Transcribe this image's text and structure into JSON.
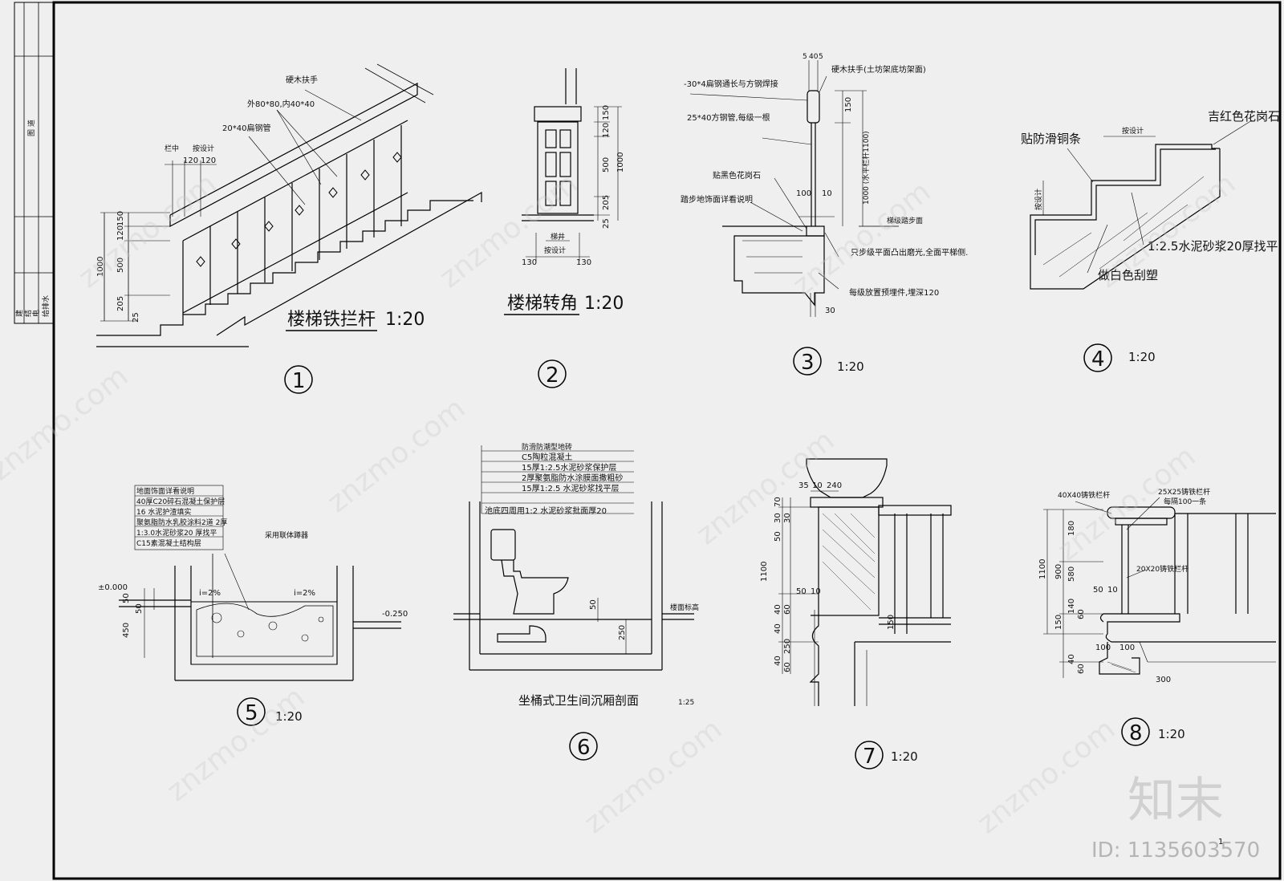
{
  "side_block": {
    "rows_a": [
      "建",
      "结",
      "电",
      "给排水"
    ],
    "rows_b": [
      "筑",
      "构",
      "气",
      "水"
    ],
    "top_label": "图 道"
  },
  "detail1": {
    "title": "楼梯铁拦杆",
    "scale": "1:20",
    "number": "1",
    "labels": [
      "硬木扶手",
      "外80*80,内40*40",
      "20*40扁钢管",
      "栏中",
      "按设计"
    ],
    "dims": [
      "120",
      "120",
      "1000",
      "150",
      "120",
      "500",
      "205",
      "25"
    ]
  },
  "detail2": {
    "title": "楼梯转角",
    "scale": "1:20",
    "number": "2",
    "labels": [
      "梯井",
      "按设计"
    ],
    "dims": [
      "150",
      "120",
      "500",
      "205",
      "25",
      "1000",
      "130",
      "130"
    ]
  },
  "detail3": {
    "scale": "1:20",
    "number": "3",
    "labels": [
      "-30*4扁钢通长与方钢焊接",
      "硬木扶手(土坊架底坊架面)",
      "25*40方钢管,每级一根",
      "贴黑色花岗石",
      "踏步地饰面详看说明",
      "只步级平面凸出磨光,全面平梯侧.",
      "每级放置预埋件,埋深120",
      "梯级踏步面",
      "1000 (水平栏杆1100)"
    ],
    "dims": [
      "5",
      "40",
      "5",
      "150",
      "100",
      "10",
      "30"
    ]
  },
  "detail4": {
    "scale": "1:20",
    "number": "4",
    "labels": [
      "按设计",
      "吉红色花岗石",
      "贴防滑铜条",
      "1:2.5水泥砂浆20厚找平",
      "做白色刮塑",
      "按设计"
    ]
  },
  "detail5": {
    "scale": "1:20",
    "number": "5",
    "legend": [
      "地面饰面详看说明",
      "40厚C20碎石混凝土保护层",
      "16 水泥护渣填实",
      "聚氨脂防水乳胶涂料2道 2厚",
      "1:3.0水泥砂浆20 厚找平",
      "C15素混凝土结构层"
    ],
    "labels": [
      "采用联体蹲器",
      "±0.000",
      "-0.250",
      "i=2%",
      "i=2%"
    ],
    "dims": [
      "50",
      "50",
      "450"
    ]
  },
  "detail6": {
    "title": "坐桶式卫生间沉厢剖面",
    "scale": "1:25",
    "number": "6",
    "legend": [
      "防滑防潮型地砖",
      "C5陶粒混凝土",
      "15厚1:2.5水泥砂浆保护层",
      "2厚聚氨脂防水涂膜面撒粗砂",
      "15厚1:2.5 水泥砂浆找平层",
      "池底四周用1:2 水泥砂浆批面厚20"
    ],
    "labels": [
      "楼面标高"
    ],
    "dims": [
      "50",
      "250"
    ]
  },
  "detail7": {
    "scale": "1:20",
    "number": "7",
    "dims": [
      "35",
      "10",
      "240",
      "70",
      "30",
      "30",
      "50",
      "1100",
      "50",
      "10",
      "40",
      "60",
      "40",
      "250",
      "40",
      "60",
      "150"
    ]
  },
  "detail8": {
    "scale": "1:20",
    "number": "8",
    "labels": [
      "40X40铸铁栏杆",
      "25X25铸铁栏杆",
      "每隔100一条",
      "20X20铸铁栏杆"
    ],
    "dims": [
      "180",
      "1100",
      "900",
      "580",
      "50",
      "10",
      "140",
      "150",
      "60",
      "100",
      "100",
      "40",
      "60",
      "300"
    ]
  },
  "watermark": {
    "logo": "知末",
    "id_text": "ID: 1135603570",
    "site": "znzmo.com"
  },
  "page_number": "1"
}
